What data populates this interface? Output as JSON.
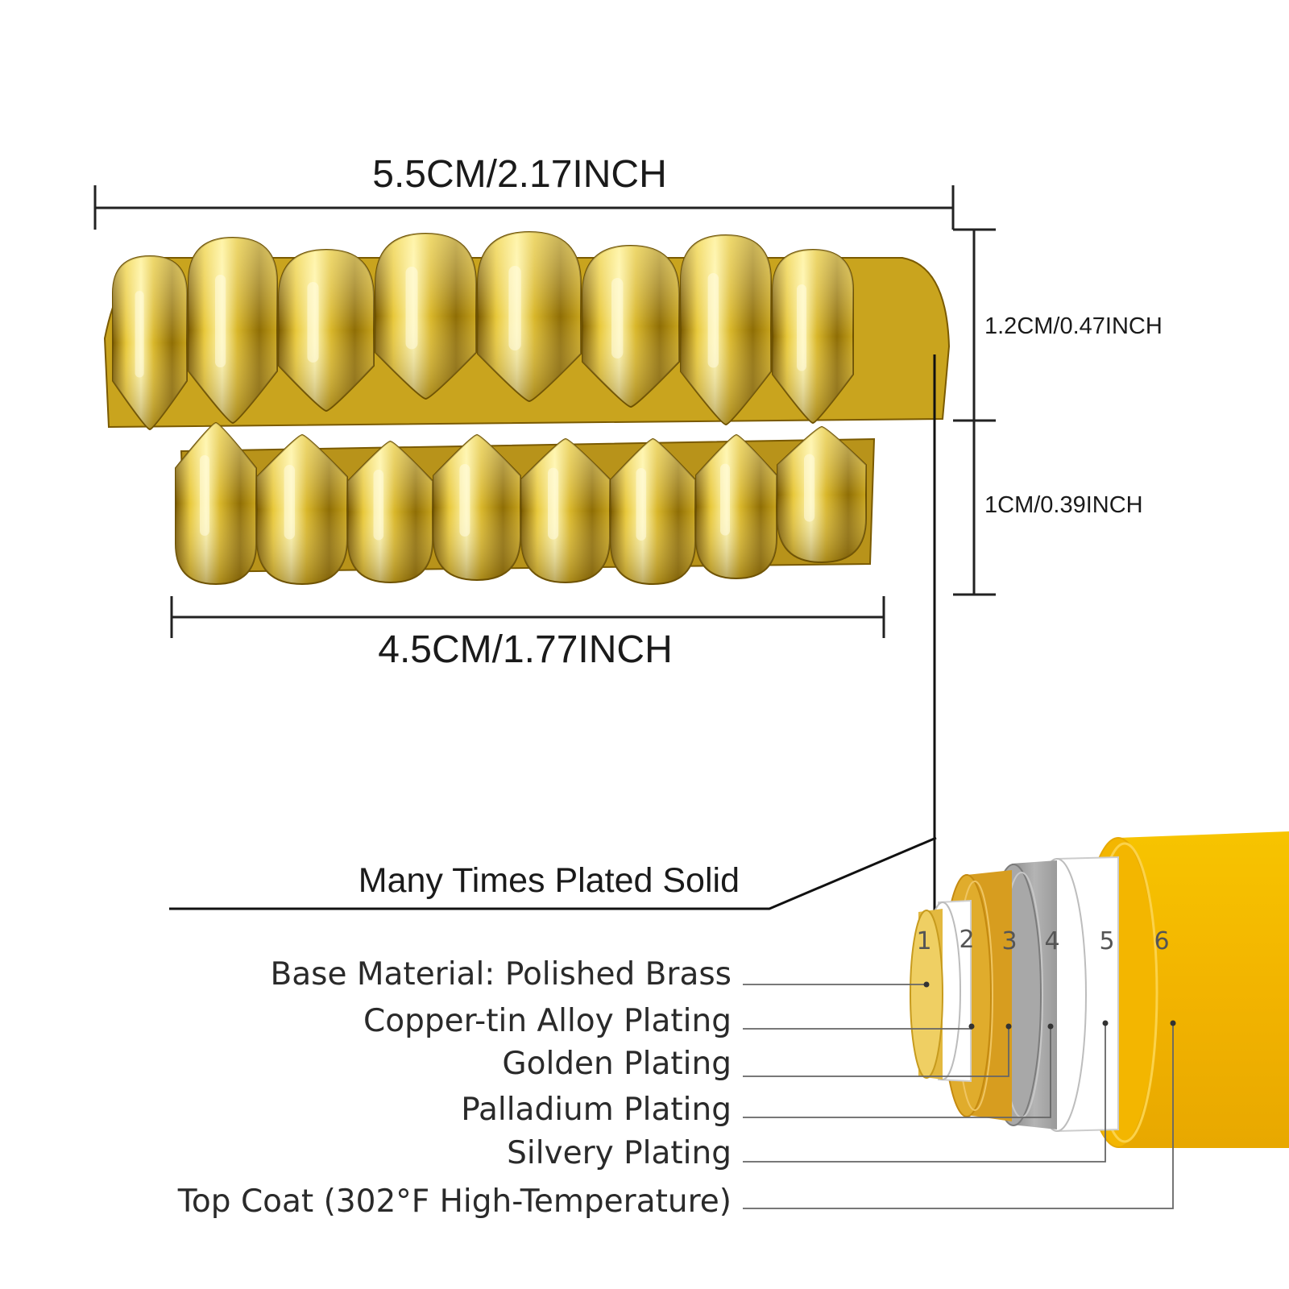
{
  "dimensions": {
    "top_width": "5.5CM/2.17INCH",
    "bottom_width": "4.5CM/1.77INCH",
    "upper_height": "1.2CM/0.47INCH",
    "lower_height": "1CM/0.39INCH"
  },
  "plating_title": "Many Times Plated Solid",
  "layers": [
    {
      "number": "1",
      "label": "Base Material: Polished Brass",
      "color": "#e9c24a"
    },
    {
      "number": "2",
      "label": "Copper-tin Alloy Plating",
      "color": "#ffffff"
    },
    {
      "number": "3",
      "label": "Golden Plating",
      "color": "#dba424"
    },
    {
      "number": "4",
      "label": "Palladium Plating",
      "color": "#a9a9a9"
    },
    {
      "number": "5",
      "label": "Silvery Plating",
      "color": "#ffffff"
    },
    {
      "number": "6",
      "label": "Top Coat (302°F High-Temperature)",
      "color": "#f5b800"
    }
  ],
  "colors": {
    "gold_light": "#fff3a6",
    "gold_mid": "#e2c030",
    "gold_dark": "#8a6a00",
    "line": "#222222"
  }
}
